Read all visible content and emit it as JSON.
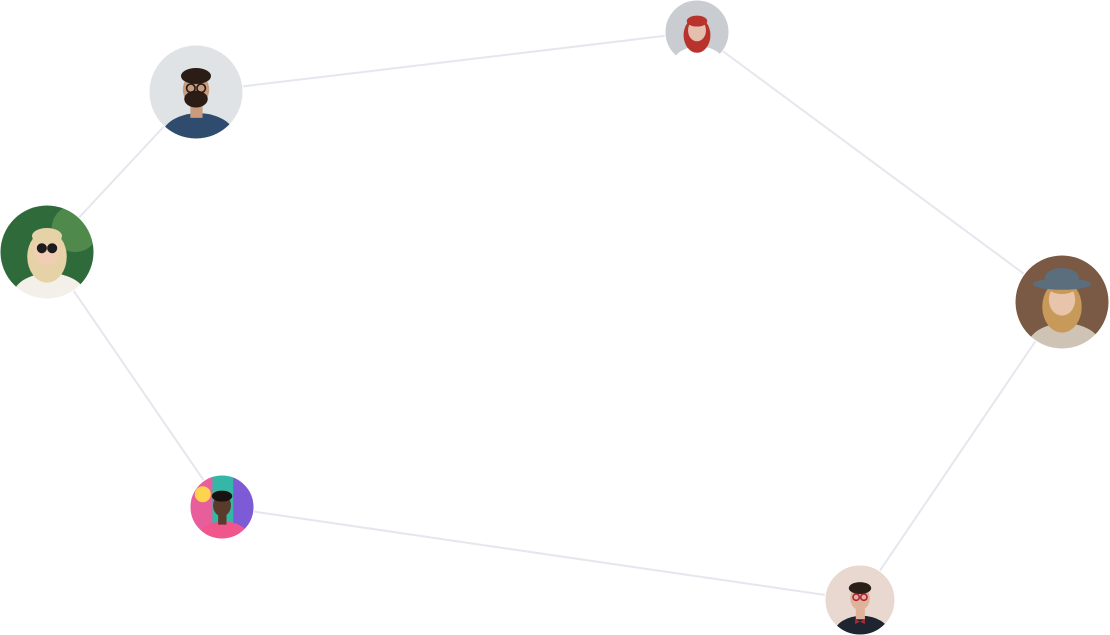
{
  "network": {
    "edge_color": "#e6e6ee",
    "nodes": [
      {
        "id": "bearded-man-glasses",
        "icon": "avatar-bearded-man-glasses",
        "bg": "#dfe3e6",
        "skin": "#c99a7c",
        "hair": "#2b1d16",
        "shirt": "#2f4c6e",
        "accent": "#1f1a17"
      },
      {
        "id": "woman-red-hair",
        "icon": "avatar-woman-red-hair",
        "bg": "#c9cdd1",
        "skin": "#e4bfae",
        "hair": "#b7332c",
        "shirt": "#ffffff",
        "accent": "#8f2a25"
      },
      {
        "id": "woman-sunglasses",
        "icon": "avatar-woman-sunglasses",
        "bg": "#2f6b3a",
        "skin": "#f0cdb3",
        "hair": "#e6d2a7",
        "shirt": "#f3efe9",
        "accent": "#1c1c1c"
      },
      {
        "id": "woman-hat",
        "icon": "avatar-woman-hat",
        "bg": "#7a5a44",
        "skin": "#e8c4ab",
        "hair": "#c79a5a",
        "shirt": "#cfc3b5",
        "accent": "#5b6e7e"
      },
      {
        "id": "man-colorful-bg",
        "icon": "avatar-man-colorful-background",
        "bg": "#35b7a8",
        "skin": "#5a3a2a",
        "hair": "#1a1210",
        "shirt": "#f0558c",
        "accent": "#ffd34d"
      },
      {
        "id": "man-bowtie",
        "icon": "avatar-man-glasses-bowtie",
        "bg": "#e8d8cf",
        "skin": "#dfb39a",
        "hair": "#2a1e18",
        "shirt": "#1e2430",
        "accent": "#b0263a"
      }
    ],
    "edges": [
      [
        "bearded-man-glasses",
        "woman-red-hair"
      ],
      [
        "woman-red-hair",
        "woman-hat"
      ],
      [
        "woman-hat",
        "man-bowtie"
      ],
      [
        "man-bowtie",
        "man-colorful-bg"
      ],
      [
        "man-colorful-bg",
        "woman-sunglasses"
      ],
      [
        "woman-sunglasses",
        "bearded-man-glasses"
      ]
    ]
  }
}
